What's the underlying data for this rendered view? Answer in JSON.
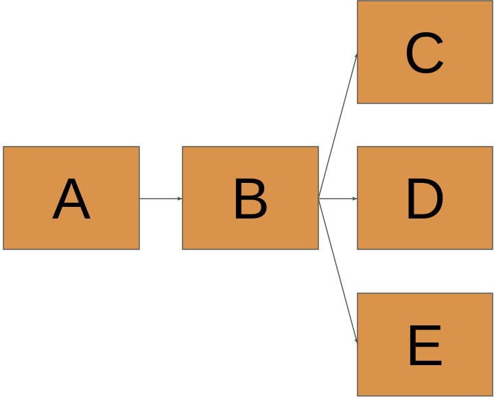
{
  "colors": {
    "node_fill": "#d9934b",
    "node_border": "#595959",
    "edge": "#595959",
    "label": "#000000",
    "background": "#ffffff"
  },
  "nodes": [
    {
      "id": "a",
      "label": "A"
    },
    {
      "id": "b",
      "label": "B"
    },
    {
      "id": "c",
      "label": "C"
    },
    {
      "id": "d",
      "label": "D"
    },
    {
      "id": "e",
      "label": "E"
    }
  ],
  "edges": [
    {
      "from": "a",
      "to": "b"
    },
    {
      "from": "b",
      "to": "c"
    },
    {
      "from": "b",
      "to": "d"
    },
    {
      "from": "b",
      "to": "e"
    }
  ]
}
